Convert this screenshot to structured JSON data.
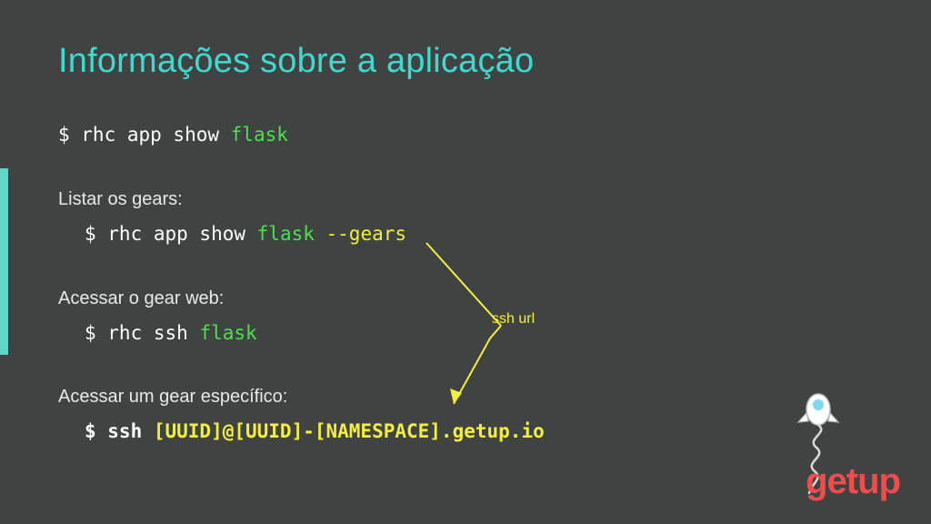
{
  "slide": {
    "title": "Informações sobre a aplicação",
    "background_color": "#3f4341",
    "accent_color": "#5fd6c8",
    "title_color": "#3fd9cf"
  },
  "lines": {
    "cmd1": {
      "prompt": "$ rhc app show ",
      "arg": "flask"
    },
    "label_listar": "Listar os gears:",
    "cmd2": {
      "prompt": "$ rhc app show ",
      "arg": "flask",
      "flag": " --gears"
    },
    "label_acessar_web": "Acessar o gear web:",
    "cmd3": {
      "prompt": "$ rhc ssh ",
      "arg": "flask"
    },
    "label_acessar_especifico": "Acessar um gear específico:",
    "cmd4": {
      "prompt": "$ ssh ",
      "arg": "[UUID]@[UUID]-[NAMESPACE].getup.io"
    }
  },
  "annotation": {
    "label": "ssh url",
    "color": "#f4ee3e"
  },
  "logo": {
    "text": "getup",
    "color": "#ef4d4d"
  }
}
